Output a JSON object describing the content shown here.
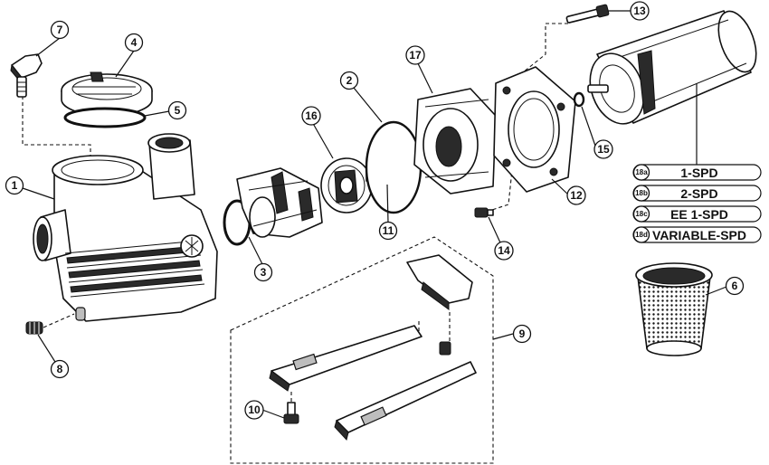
{
  "callouts": {
    "c1": "1",
    "c2": "2",
    "c3": "3",
    "c4": "4",
    "c5": "5",
    "c6": "6",
    "c7": "7",
    "c8": "8",
    "c9": "9",
    "c10": "10",
    "c11": "11",
    "c12": "12",
    "c13": "13",
    "c14": "14",
    "c15": "15",
    "c16": "16",
    "c17": "17"
  },
  "motor_variants": [
    {
      "tag": "18a",
      "label": "1-SPD"
    },
    {
      "tag": "18b",
      "label": "2-SPD"
    },
    {
      "tag": "18c",
      "label": "EE 1-SPD"
    },
    {
      "tag": "18d",
      "label": "VARIABLE-SPD"
    }
  ]
}
